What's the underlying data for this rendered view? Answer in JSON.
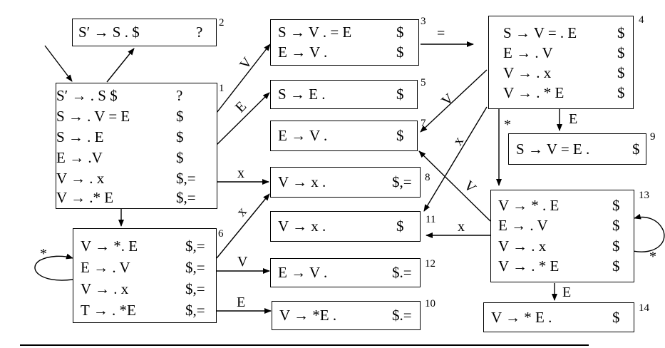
{
  "states": [
    {
      "number": "1",
      "items": [
        {
          "rule": "S′ → . S $",
          "lookahead": "?"
        },
        {
          "rule": "S → . V = E",
          "lookahead": "$"
        },
        {
          "rule": "S → . E",
          "lookahead": "$"
        },
        {
          "rule": "E → .V",
          "lookahead": "$"
        },
        {
          "rule": "V → . x",
          "lookahead": "$,="
        },
        {
          "rule": "V → .* E",
          "lookahead": "$,="
        }
      ]
    },
    {
      "number": "2",
      "items": [
        {
          "rule": "S′ → S . $",
          "lookahead": "?"
        }
      ]
    },
    {
      "number": "3",
      "items": [
        {
          "rule": "S → V . = E",
          "lookahead": "$"
        },
        {
          "rule": "E → V .",
          "lookahead": "$"
        }
      ]
    },
    {
      "number": "4",
      "items": [
        {
          "rule": "S → V = . E",
          "lookahead": "$"
        },
        {
          "rule": "E → . V",
          "lookahead": "$"
        },
        {
          "rule": "V → . x",
          "lookahead": "$"
        },
        {
          "rule": "V → . * E",
          "lookahead": "$"
        }
      ]
    },
    {
      "number": "5",
      "items": [
        {
          "rule": "S → E .",
          "lookahead": "$"
        }
      ]
    },
    {
      "number": "6",
      "items": [
        {
          "rule": "V → *. E",
          "lookahead": "$,="
        },
        {
          "rule": "E → . V",
          "lookahead": "$,="
        },
        {
          "rule": "V → . x",
          "lookahead": "$,="
        },
        {
          "rule": "T → . *E",
          "lookahead": "$,="
        }
      ]
    },
    {
      "number": "7",
      "items": [
        {
          "rule": "E → V .",
          "lookahead": "$"
        }
      ]
    },
    {
      "number": "8",
      "items": [
        {
          "rule": "V → x .",
          "lookahead": "$,="
        }
      ]
    },
    {
      "number": "9",
      "items": [
        {
          "rule": "S → V = E .",
          "lookahead": "$"
        }
      ]
    },
    {
      "number": "10",
      "items": [
        {
          "rule": "V → *E .",
          "lookahead": "$.="
        }
      ]
    },
    {
      "number": "11",
      "items": [
        {
          "rule": "V → x .",
          "lookahead": "$"
        }
      ]
    },
    {
      "number": "12",
      "items": [
        {
          "rule": "E → V .",
          "lookahead": "$.="
        }
      ]
    },
    {
      "number": "13",
      "items": [
        {
          "rule": "V → * . E",
          "lookahead": "$"
        },
        {
          "rule": "E → . V",
          "lookahead": "$"
        },
        {
          "rule": "V → . x",
          "lookahead": "$"
        },
        {
          "rule": "V → . * E",
          "lookahead": "$"
        }
      ]
    },
    {
      "number": "14",
      "items": [
        {
          "rule": "V → * E .",
          "lookahead": "$"
        }
      ]
    }
  ],
  "transitions": [
    {
      "from": "1",
      "to": "2",
      "symbol": ""
    },
    {
      "from": "1",
      "to": "3",
      "symbol": "V"
    },
    {
      "from": "1",
      "to": "5",
      "symbol": "E"
    },
    {
      "from": "1",
      "to": "8",
      "symbol": "x"
    },
    {
      "from": "1",
      "to": "6",
      "symbol": ""
    },
    {
      "from": "6",
      "to": "6",
      "symbol": "*"
    },
    {
      "from": "6",
      "to": "8",
      "symbol": "x"
    },
    {
      "from": "6",
      "to": "12",
      "symbol": "V"
    },
    {
      "from": "6",
      "to": "10",
      "symbol": "E"
    },
    {
      "from": "3",
      "to": "4",
      "symbol": "="
    },
    {
      "from": "4",
      "to": "7",
      "symbol": "V"
    },
    {
      "from": "4",
      "to": "11",
      "symbol": "x"
    },
    {
      "from": "4",
      "to": "9",
      "symbol": "E"
    },
    {
      "from": "4",
      "to": "13",
      "symbol": "*"
    },
    {
      "from": "13",
      "to": "7",
      "symbol": "V"
    },
    {
      "from": "13",
      "to": "11",
      "symbol": "x"
    },
    {
      "from": "13",
      "to": "13",
      "symbol": "*"
    },
    {
      "from": "13",
      "to": "14",
      "symbol": "E"
    }
  ]
}
